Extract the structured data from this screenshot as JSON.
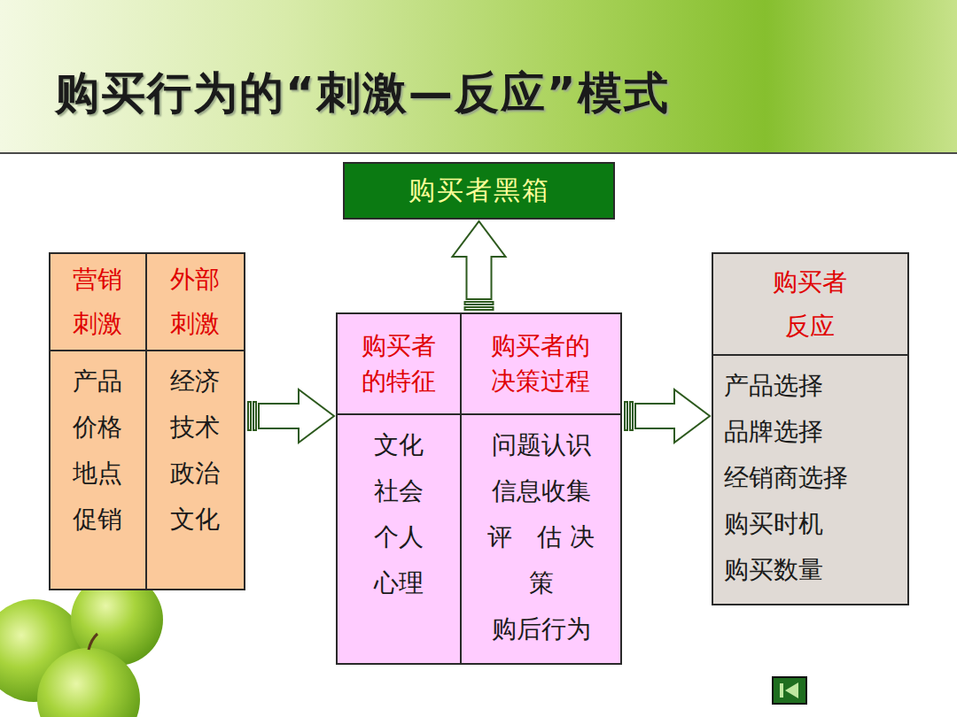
{
  "diagram": {
    "title": "购买行为的“刺激—反应”模式",
    "nodes": [
      {
        "text": [
          "购买者黑箱"
        ]
      },
      {
        "text": [
          "营销 刺激",
          "产品 价格 地点 促销"
        ]
      },
      {
        "text": [
          "外部 刺激",
          "经济 技术 政治 文化"
        ]
      },
      {
        "text": [
          "购买者 的特征",
          "文化 社会 个人 心理"
        ]
      },
      {
        "text": [
          "购买者的 决策过程",
          "问题认识 信息收集 评　估 决　策 购后行为"
        ]
      },
      {
        "text": [
          "购买者 反应",
          "产品选择 品牌选择 经销商选择 购买时机 购买数量"
        ]
      }
    ],
    "edges": [
      {
        "from": 2,
        "to": 3,
        "arrow": "to"
      },
      {
        "from": 4,
        "to": 5,
        "arrow": "to"
      },
      {
        "from": 4,
        "to": 0,
        "arrow": "to"
      }
    ]
  }
}
